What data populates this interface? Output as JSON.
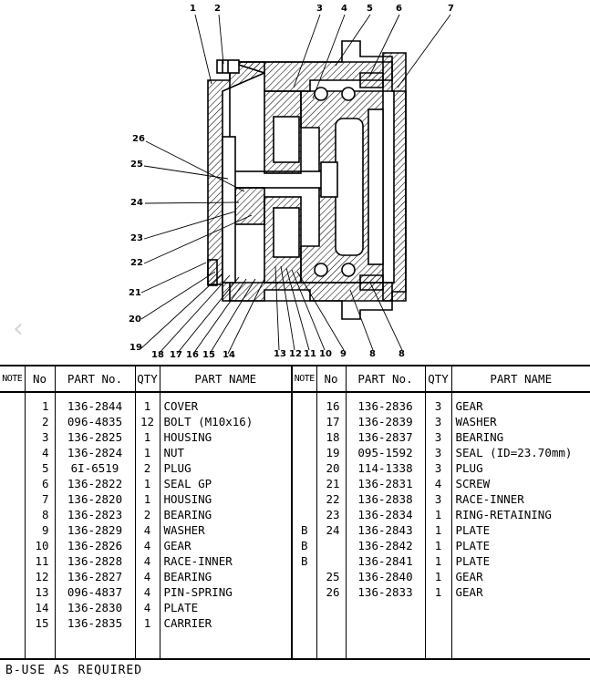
{
  "callouts": {
    "top": [
      "1",
      "2",
      "3",
      "4",
      "5",
      "6",
      "7"
    ],
    "left": [
      "26",
      "25",
      "24",
      "23",
      "22",
      "21",
      "20"
    ],
    "bottom": [
      "19",
      "18",
      "17",
      "16",
      "15",
      "14",
      "13",
      "12",
      "11",
      "10",
      "9",
      "8",
      "8"
    ]
  },
  "table": {
    "headers": {
      "note": "NOTE",
      "no": "No",
      "part_no": "PART No.",
      "qty": "QTY",
      "part_name": "PART NAME"
    },
    "left_rows": [
      {
        "note": "",
        "no": "1",
        "part": "136-2844",
        "qty": "1",
        "name": "COVER"
      },
      {
        "note": "",
        "no": "2",
        "part": "096-4835",
        "qty": "12",
        "name": "BOLT (M10x16)"
      },
      {
        "note": "",
        "no": "3",
        "part": "136-2825",
        "qty": "1",
        "name": "HOUSING"
      },
      {
        "note": "",
        "no": "4",
        "part": "136-2824",
        "qty": "1",
        "name": "NUT"
      },
      {
        "note": "",
        "no": "5",
        "part": "6I-6519",
        "qty": "2",
        "name": "PLUG"
      },
      {
        "note": "",
        "no": "6",
        "part": "136-2822",
        "qty": "1",
        "name": "SEAL GP"
      },
      {
        "note": "",
        "no": "7",
        "part": "136-2820",
        "qty": "1",
        "name": "HOUSING"
      },
      {
        "note": "",
        "no": "8",
        "part": "136-2823",
        "qty": "2",
        "name": "BEARING"
      },
      {
        "note": "",
        "no": "9",
        "part": "136-2829",
        "qty": "4",
        "name": "WASHER"
      },
      {
        "note": "",
        "no": "10",
        "part": "136-2826",
        "qty": "4",
        "name": "GEAR"
      },
      {
        "note": "",
        "no": "11",
        "part": "136-2828",
        "qty": "4",
        "name": "RACE-INNER"
      },
      {
        "note": "",
        "no": "12",
        "part": "136-2827",
        "qty": "4",
        "name": "BEARING"
      },
      {
        "note": "",
        "no": "13",
        "part": "096-4837",
        "qty": "4",
        "name": "PIN-SPRING"
      },
      {
        "note": "",
        "no": "14",
        "part": "136-2830",
        "qty": "4",
        "name": "PLATE"
      },
      {
        "note": "",
        "no": "15",
        "part": "136-2835",
        "qty": "1",
        "name": "CARRIER"
      }
    ],
    "right_rows": [
      {
        "note": "",
        "no": "16",
        "part": "136-2836",
        "qty": "3",
        "name": "GEAR"
      },
      {
        "note": "",
        "no": "17",
        "part": "136-2839",
        "qty": "3",
        "name": "WASHER"
      },
      {
        "note": "",
        "no": "18",
        "part": "136-2837",
        "qty": "3",
        "name": "BEARING"
      },
      {
        "note": "",
        "no": "19",
        "part": "095-1592",
        "qty": "3",
        "name": "SEAL (ID=23.70mm)"
      },
      {
        "note": "",
        "no": "20",
        "part": "114-1338",
        "qty": "3",
        "name": "PLUG"
      },
      {
        "note": "",
        "no": "21",
        "part": "136-2831",
        "qty": "4",
        "name": "SCREW"
      },
      {
        "note": "",
        "no": "22",
        "part": "136-2838",
        "qty": "3",
        "name": "RACE-INNER"
      },
      {
        "note": "",
        "no": "23",
        "part": "136-2834",
        "qty": "1",
        "name": "RING-RETAINING"
      },
      {
        "note": "B",
        "no": "24",
        "part": "136-2843",
        "qty": "1",
        "name": "PLATE"
      },
      {
        "note": "B",
        "no": "",
        "part": "136-2842",
        "qty": "1",
        "name": "PLATE"
      },
      {
        "note": "B",
        "no": "",
        "part": "136-2841",
        "qty": "1",
        "name": "PLATE"
      },
      {
        "note": "",
        "no": "25",
        "part": "136-2840",
        "qty": "1",
        "name": "GEAR"
      },
      {
        "note": "",
        "no": "26",
        "part": "136-2833",
        "qty": "1",
        "name": "GEAR"
      },
      {
        "note": "",
        "no": "",
        "part": "",
        "qty": "",
        "name": ""
      },
      {
        "note": "",
        "no": "",
        "part": "",
        "qty": "",
        "name": ""
      }
    ]
  },
  "footer": {
    "note": "B-USE AS REQUIRED"
  },
  "nav": {
    "prev_glyph": "‹"
  }
}
